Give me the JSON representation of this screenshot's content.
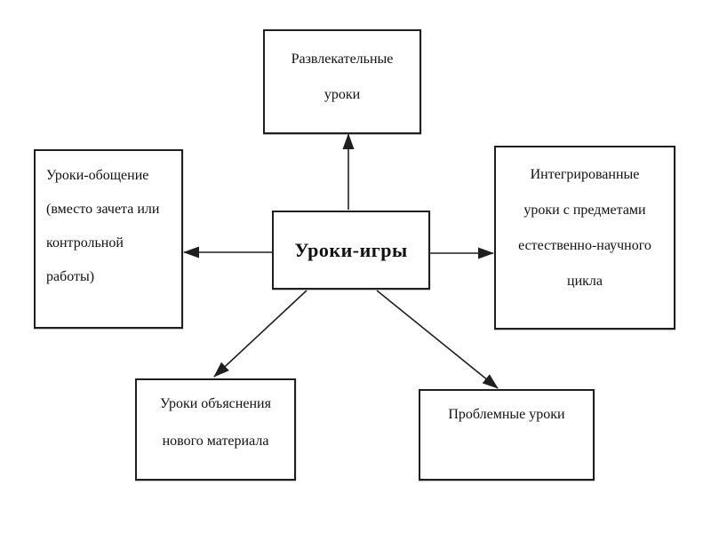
{
  "diagram": {
    "center_box": {
      "label": "Уроки-игры"
    },
    "boxes": {
      "top": {
        "lines": [
          "Развлекательные",
          "уроки"
        ]
      },
      "left": {
        "lines": [
          "Уроки-обощение",
          "(вместо зачета или",
          "контрольной",
          "работы)"
        ]
      },
      "right": {
        "lines": [
          "Интегрированные",
          "уроки с предметами",
          "естественно-научного",
          "цикла"
        ]
      },
      "bottom_left": {
        "lines": [
          "Уроки объяснения",
          "нового материала"
        ]
      },
      "bottom_right": {
        "lines": [
          "Проблемные уроки"
        ]
      }
    },
    "colors": {
      "background": "#ffffff",
      "box_border": "#1f1f1f",
      "text": "#111111",
      "arrow": "#1f1f1f"
    }
  }
}
